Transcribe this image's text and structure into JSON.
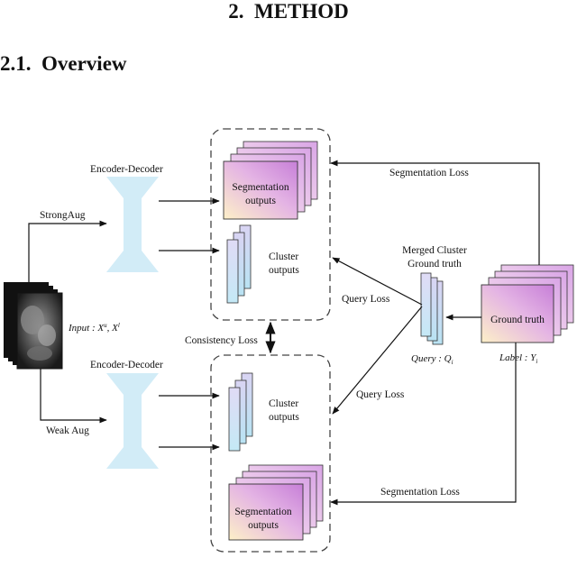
{
  "section_heading": {
    "number": "2.",
    "title": "METHOD"
  },
  "subsection_heading": {
    "number": "2.1.",
    "title": "Overview"
  },
  "figure": {
    "encoder_top_label": "Encoder-Decoder",
    "encoder_bottom_label": "Encoder-Decoder",
    "strong_aug_label": "StrongAug",
    "weak_aug_label": "Weak Aug",
    "input_label": "Input : X",
    "input_sup_u": "u",
    "input_sep": ", X",
    "input_sup_l": "l",
    "input_sub_i": "i",
    "seg_outputs_top": [
      "Segmentation",
      "outputs"
    ],
    "cluster_outputs_top": [
      "Cluster",
      "outputs"
    ],
    "seg_outputs_bottom": [
      "Segmentation",
      "outputs"
    ],
    "cluster_outputs_bottom": [
      "Cluster",
      "outputs"
    ],
    "consistency_loss": "Consistency Loss",
    "segmentation_loss_top": "Segmentation Loss",
    "segmentation_loss_bottom": "Segmentation Loss",
    "query_loss_top": "Query Loss",
    "query_loss_bottom": "Query Loss",
    "merged_cluster_gt": [
      "Merged Cluster",
      "Ground truth"
    ],
    "query_label": "Query : Q",
    "query_sub": "i",
    "ground_truth": "Ground truth",
    "label_label": "Label : Y",
    "label_sub": "i"
  }
}
